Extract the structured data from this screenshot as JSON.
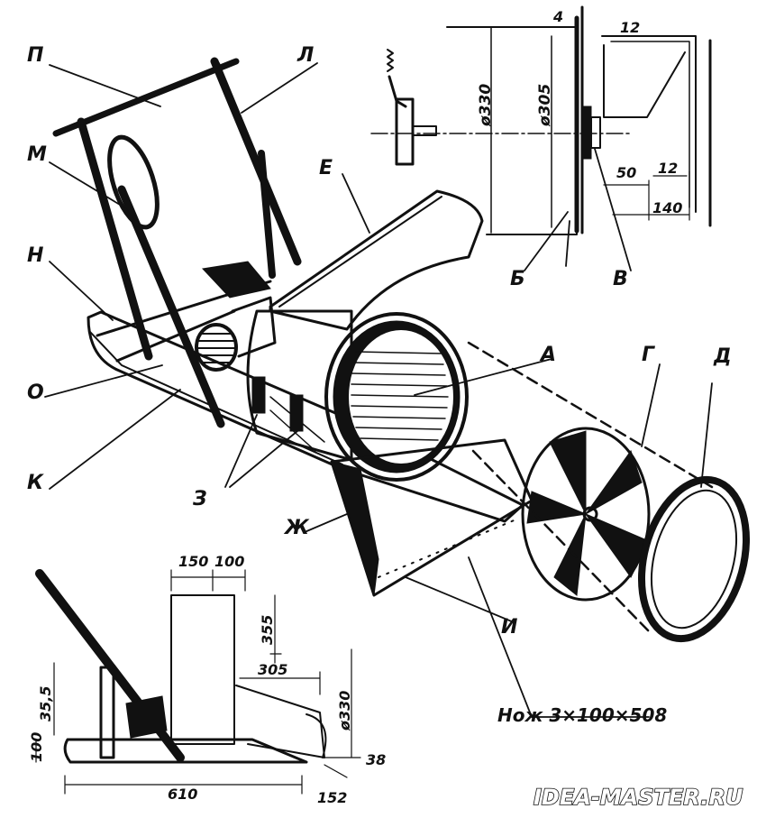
{
  "labels": {
    "P": "П",
    "L": "Л",
    "M": "М",
    "H": "Н",
    "O": "О",
    "K": "К",
    "E": "Е",
    "A": "А",
    "G": "Г",
    "D": "Д",
    "Z": "З",
    "Zh": "Ж",
    "I": "И",
    "B": "Б",
    "V": "В"
  },
  "knife": "Нож  3×100×508",
  "dims": {
    "top_4": "4",
    "top_12a": "12",
    "d330": "ø330",
    "d305": "ø305",
    "d50": "50",
    "d12b": "12",
    "d140": "140",
    "s150": "150",
    "s100a": "100",
    "s355a": "355",
    "s305": "305",
    "s355b": "35,5",
    "s100b": "100",
    "s610": "610",
    "s330": "ø330",
    "s38": "38",
    "s152": "152"
  },
  "watermark": "IDEA-MASTER.RU"
}
